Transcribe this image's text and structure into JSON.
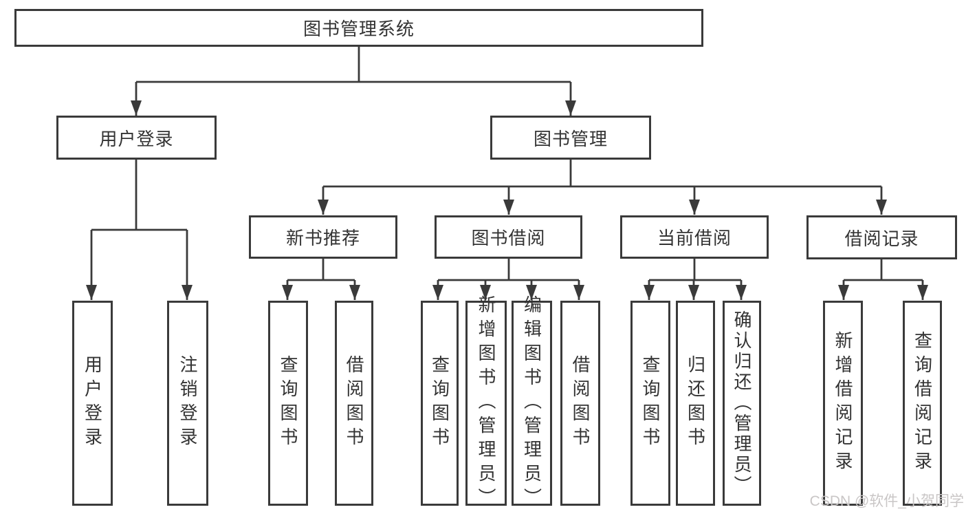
{
  "diagram_title": "图书管理系统",
  "colors": {
    "line": "#3a3a3a",
    "text": "#333333",
    "background": "#ffffff",
    "watermark": "#c9c6c6"
  },
  "nodes": {
    "root": "图书管理系统",
    "level2": [
      "用户登录",
      "图书管理"
    ],
    "level3": [
      "新书推荐",
      "图书借阅",
      "当前借阅",
      "借阅记录"
    ],
    "login_children": [
      "用户登录",
      "注销登录"
    ],
    "recommend_children": [
      "查询图书",
      "借阅图书"
    ],
    "borrow_children": [
      "查询图书",
      "新增图书（管理员）",
      "编辑图书（管理员）",
      "借阅图书"
    ],
    "current_children": [
      "查询图书",
      "归还图书",
      "确认归还（管理员）"
    ],
    "record_children": [
      "新增借阅记录",
      "查询借阅记录"
    ]
  },
  "watermark": "CSDN @软件_小贺同学"
}
